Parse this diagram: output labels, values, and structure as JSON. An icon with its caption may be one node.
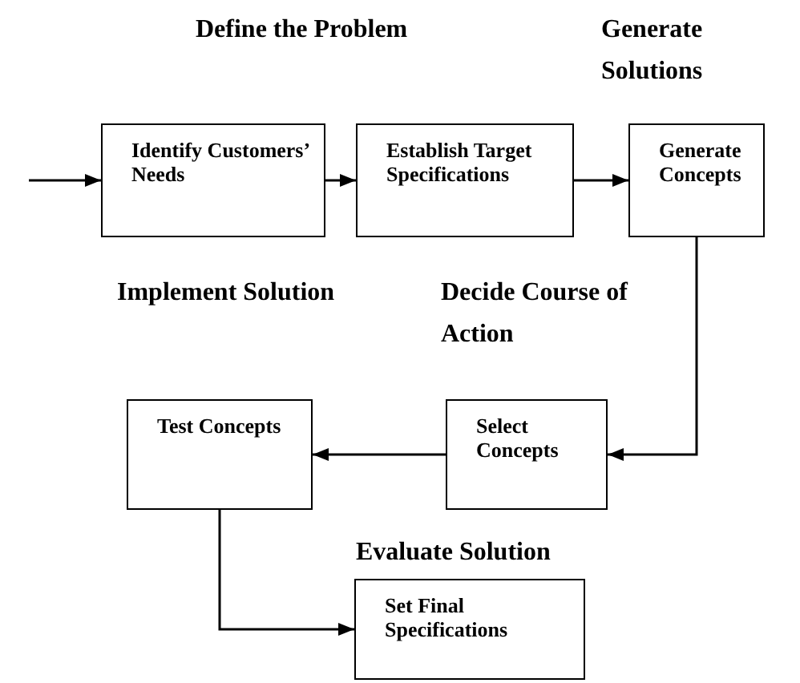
{
  "diagram": {
    "nodes": [
      {
        "text": [
          "Identify Customers’ Needs"
        ]
      },
      {
        "text": [
          "Establish Target Specifications"
        ]
      },
      {
        "text": [
          "Generate Concepts"
        ]
      },
      {
        "text": [
          "Select Concepts"
        ]
      },
      {
        "text": [
          "Test Concepts"
        ]
      },
      {
        "text": [
          "Set Final Specifications"
        ]
      }
    ],
    "edges": [
      {
        "from": null,
        "to": 0,
        "arrow": "to"
      },
      {
        "from": 0,
        "to": 1,
        "arrow": "to"
      },
      {
        "from": 1,
        "to": 2,
        "arrow": "to"
      },
      {
        "from": 2,
        "to": 3,
        "arrow": "to"
      },
      {
        "from": 3,
        "to": 4,
        "arrow": "to"
      },
      {
        "from": 4,
        "to": 5,
        "arrow": "to"
      }
    ],
    "labels": [
      "Define the Problem",
      "Generate Solutions",
      "Implement Solution",
      "Decide Course of Action",
      "Evaluate Solution"
    ]
  }
}
